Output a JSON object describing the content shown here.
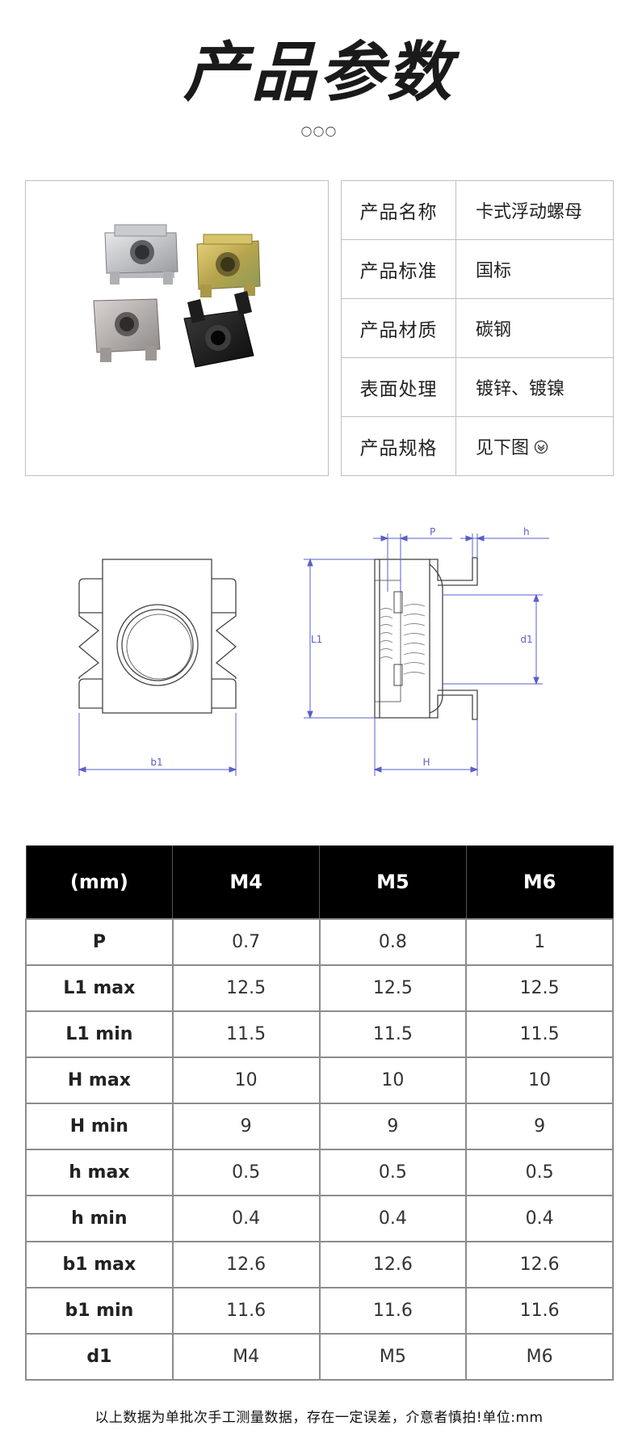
{
  "header": {
    "title": "产品参数",
    "dots": "○○○"
  },
  "specs": [
    {
      "label": "产品名称",
      "value": "卡式浮动螺母"
    },
    {
      "label": "产品标准",
      "value": "国标"
    },
    {
      "label": "产品材质",
      "value": "碳钢"
    },
    {
      "label": "表面处理",
      "value": "镀锌、镀镍"
    },
    {
      "label": "产品规格",
      "value": "见下图"
    }
  ],
  "drawing": {
    "labels": {
      "b1": "b1",
      "L1": "L1",
      "P": "P",
      "h": "h",
      "d1": "d1",
      "H": "H"
    }
  },
  "dimensions": {
    "headers": [
      "(mm)",
      "M4",
      "M5",
      "M6"
    ],
    "rows": [
      {
        "label": "P",
        "values": [
          "0.7",
          "0.8",
          "1"
        ]
      },
      {
        "label": "L1 max",
        "values": [
          "12.5",
          "12.5",
          "12.5"
        ]
      },
      {
        "label": "L1 min",
        "values": [
          "11.5",
          "11.5",
          "11.5"
        ]
      },
      {
        "label": "H max",
        "values": [
          "10",
          "10",
          "10"
        ]
      },
      {
        "label": "H min",
        "values": [
          "9",
          "9",
          "9"
        ]
      },
      {
        "label": "h max",
        "values": [
          "0.5",
          "0.5",
          "0.5"
        ]
      },
      {
        "label": "h min",
        "values": [
          "0.4",
          "0.4",
          "0.4"
        ]
      },
      {
        "label": "b1 max",
        "values": [
          "12.6",
          "12.6",
          "12.6"
        ]
      },
      {
        "label": "b1 min",
        "values": [
          "11.6",
          "11.6",
          "11.6"
        ]
      },
      {
        "label": "d1",
        "values": [
          "M4",
          "M5",
          "M6"
        ]
      }
    ]
  },
  "footer": {
    "note": "以上数据为单批次手工测量数据，存在一定误差，介意者慎拍!单位:mm"
  },
  "colors": {
    "line": "#5a5fc8",
    "part": "#444444",
    "header_bg": "#000000"
  }
}
